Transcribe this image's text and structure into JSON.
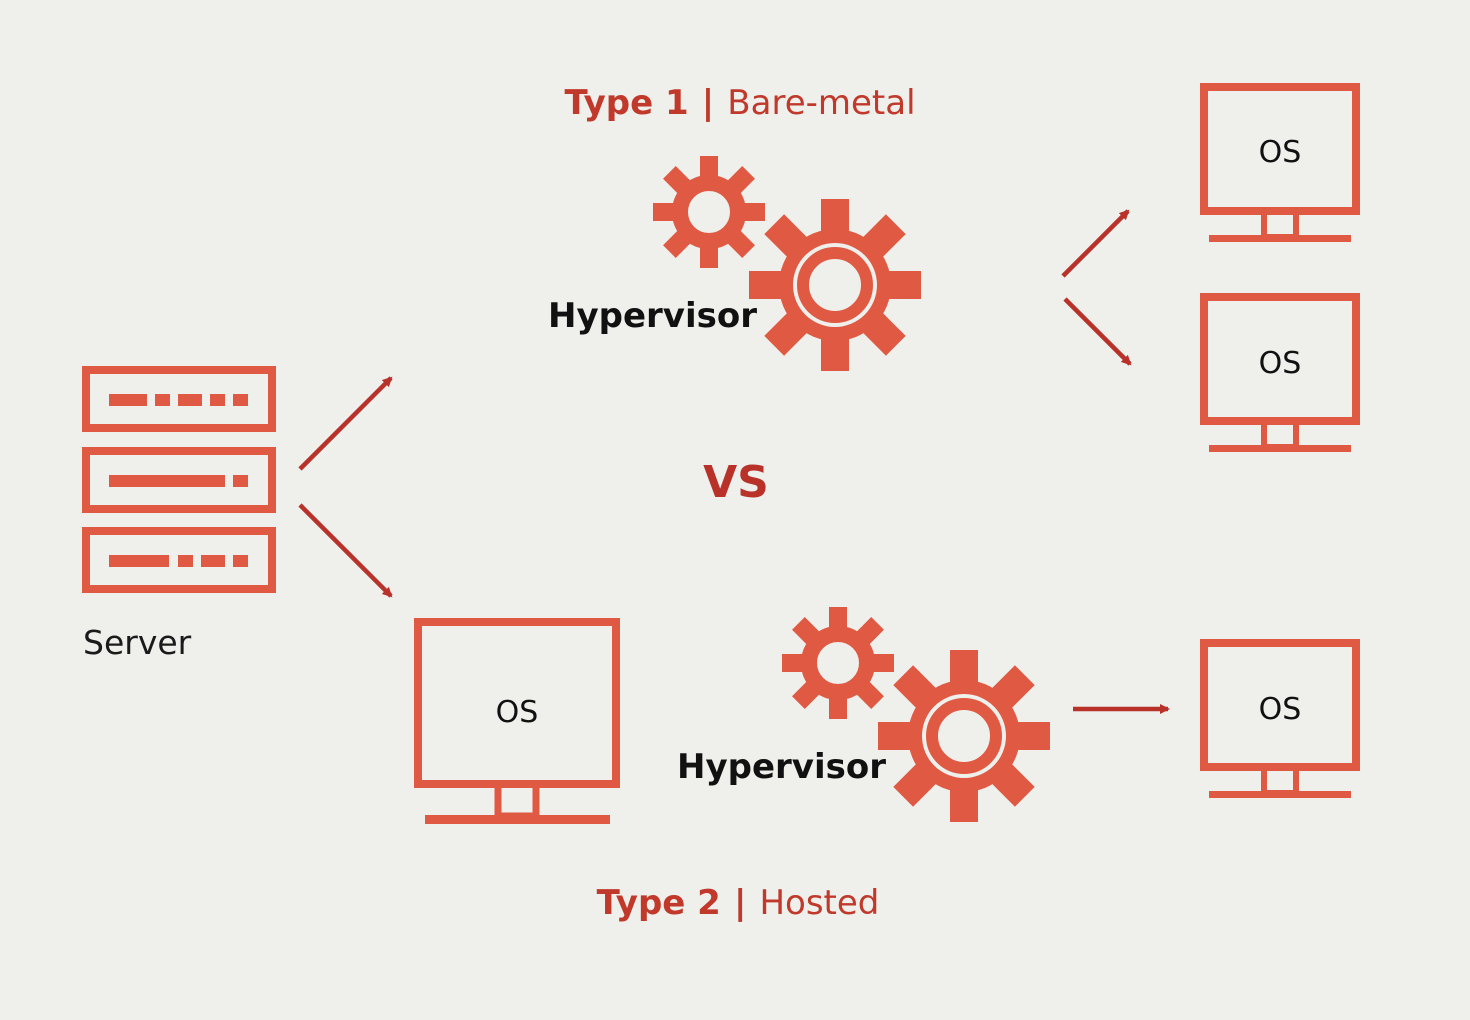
{
  "colors": {
    "accent": "#e05a43",
    "arrow": "#b8322a",
    "title": "#c0392b",
    "text": "#111111",
    "background": "#efefec"
  },
  "type1": {
    "title_strong": "Type 1",
    "separator": "|",
    "title_light": "Bare-metal",
    "hypervisor_label": "Hypervisor",
    "vm_labels": [
      "OS",
      "OS"
    ]
  },
  "vs_label": "VS",
  "server": {
    "label": "Server",
    "icon": "server-icon"
  },
  "type2": {
    "host_os_label": "OS",
    "hypervisor_label": "Hypervisor",
    "vm_labels": [
      "OS"
    ],
    "title_strong": "Type 2",
    "separator": "|",
    "title_light": "Hosted"
  }
}
